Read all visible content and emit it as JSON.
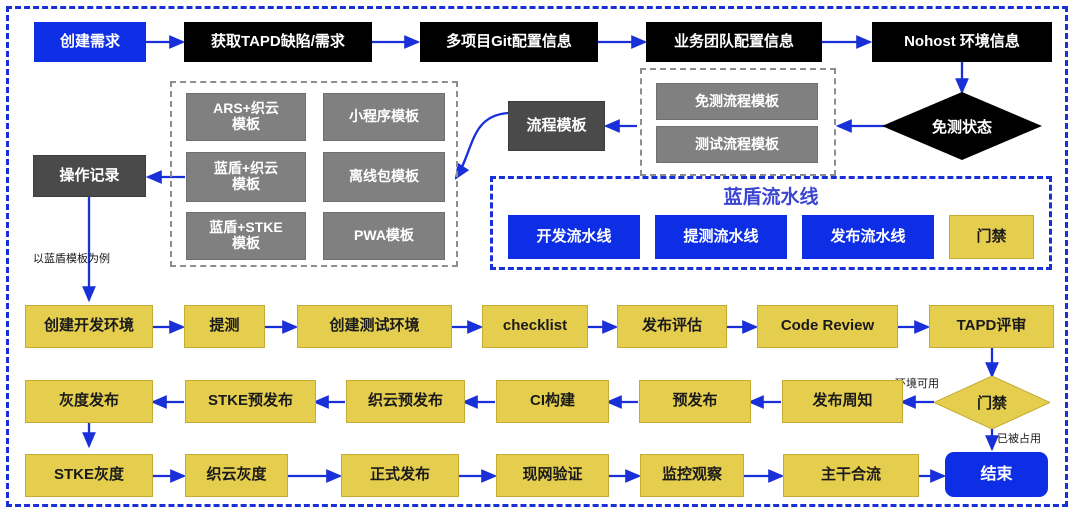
{
  "diagram": {
    "title_pipeline_group": "蓝盾流水线",
    "edge_labels": {
      "example_note": "以蓝盾模板为例",
      "env_available": "环境可用",
      "occupied": "已被占用"
    },
    "colors": {
      "blue": "#0d2ee5",
      "black": "#000000",
      "gray": "#808080",
      "dark_gray": "#4a4a4a",
      "yellow": "#e5ce4e",
      "frame_blue": "#1930d8",
      "frame_gray": "#8e8e8e",
      "group_title": "#3b45d1",
      "arrow": "#1930d8"
    }
  },
  "top_row": [
    {
      "id": "create-requirement",
      "label": "创建需求",
      "style": "blue"
    },
    {
      "id": "fetch-tapd",
      "label": "获取TAPD缺陷/需求",
      "style": "black"
    },
    {
      "id": "multi-git-config",
      "label": "多项目Git配置信息",
      "style": "black"
    },
    {
      "id": "team-config",
      "label": "业务团队配置信息",
      "style": "black"
    },
    {
      "id": "nohost-env",
      "label": "Nohost 环境信息",
      "style": "black"
    }
  ],
  "templates_group": {
    "items": [
      {
        "id": "ars-zhiyun-template",
        "label": "ARS+织云\n模板"
      },
      {
        "id": "miniprogram-template",
        "label": "小程序模板"
      },
      {
        "id": "landun-zhiyun-template",
        "label": "蓝盾+织云\n模板"
      },
      {
        "id": "offline-package-template",
        "label": "离线包模板"
      },
      {
        "id": "landun-stke-template",
        "label": "蓝盾+STKE\n模板"
      },
      {
        "id": "pwa-template",
        "label": "PWA模板"
      }
    ]
  },
  "operation_log": {
    "id": "operation-log",
    "label": "操作记录"
  },
  "process_template": {
    "id": "process-template",
    "label": "流程模板"
  },
  "process_templates_group": {
    "items": [
      {
        "id": "no-test-process-template",
        "label": "免测流程模板"
      },
      {
        "id": "test-process-template",
        "label": "测试流程模板"
      }
    ]
  },
  "no_test_status": {
    "id": "no-test-status",
    "label": "免测状态"
  },
  "pipeline_group": {
    "title": "蓝盾流水线",
    "items": [
      {
        "id": "dev-pipeline",
        "label": "开发流水线",
        "style": "blue"
      },
      {
        "id": "test-pipeline",
        "label": "提测流水线",
        "style": "blue"
      },
      {
        "id": "release-pipeline",
        "label": "发布流水线",
        "style": "blue"
      },
      {
        "id": "gate",
        "label": "门禁",
        "style": "yellow"
      }
    ]
  },
  "flow_row_1": [
    {
      "id": "create-dev-env",
      "label": "创建开发环境"
    },
    {
      "id": "submit-test",
      "label": "提测"
    },
    {
      "id": "create-test-env",
      "label": "创建测试环境"
    },
    {
      "id": "checklist",
      "label": "checklist"
    },
    {
      "id": "release-assessment",
      "label": "发布评估"
    },
    {
      "id": "code-review",
      "label": "Code Review"
    },
    {
      "id": "tapd-review",
      "label": "TAPD评审"
    }
  ],
  "gate_decision": {
    "id": "gate-decision",
    "label": "门禁"
  },
  "flow_row_2": [
    {
      "id": "gray-release",
      "label": "灰度发布"
    },
    {
      "id": "stke-pre-release",
      "label": "STKE预发布"
    },
    {
      "id": "zhiyun-pre-release",
      "label": "织云预发布"
    },
    {
      "id": "ci-build",
      "label": "CI构建"
    },
    {
      "id": "pre-release",
      "label": "预发布"
    },
    {
      "id": "release-notice",
      "label": "发布周知"
    }
  ],
  "flow_row_3": [
    {
      "id": "stke-gray",
      "label": "STKE灰度",
      "style": "yellow"
    },
    {
      "id": "zhiyun-gray",
      "label": "织云灰度",
      "style": "yellow"
    },
    {
      "id": "official-release",
      "label": "正式发布",
      "style": "yellow"
    },
    {
      "id": "production-verify",
      "label": "现网验证",
      "style": "yellow"
    },
    {
      "id": "monitoring",
      "label": "监控观察",
      "style": "yellow"
    },
    {
      "id": "trunk-merge",
      "label": "主干合流",
      "style": "yellow"
    },
    {
      "id": "end",
      "label": "结束",
      "style": "blue-round"
    }
  ]
}
